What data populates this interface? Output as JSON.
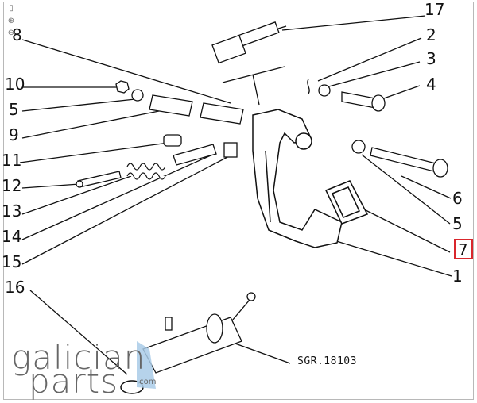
{
  "diagram": {
    "reference_code": "SGR.18103",
    "highlighted_callout": "7",
    "callouts": {
      "n1": "1",
      "n2": "2",
      "n3": "3",
      "n4": "4",
      "n5a": "5",
      "n5b": "5",
      "n6": "6",
      "n7": "7",
      "n8": "8",
      "n9": "9",
      "n10": "10",
      "n11": "11",
      "n12": "12",
      "n13": "13",
      "n14": "14",
      "n15": "15",
      "n16": "16",
      "n17": "17"
    }
  },
  "watermark": {
    "line1": "galician",
    "line2": "parts",
    "suffix": ".com"
  },
  "toolbar": {
    "page_icon": "page-icon",
    "zoom_in_icon": "zoom-in-icon",
    "zoom_out_icon": "zoom-out-icon"
  },
  "colors": {
    "highlight": "#d9262c",
    "line": "#111111",
    "logo_accent": "#a9cbe8"
  }
}
